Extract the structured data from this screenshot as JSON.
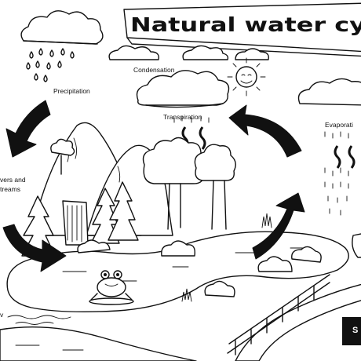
{
  "title": "Natural water cy",
  "labels": {
    "precipitation": "Precipitation",
    "condensation": "Condensation",
    "transpiration": "Transpiration",
    "evaporation": "Evaporati",
    "rivers_line1": "vers and",
    "rivers_line2": "treams",
    "edge_letter": "v"
  },
  "badge": {
    "text": "S"
  },
  "colors": {
    "ink": "#111111",
    "paper": "#ffffff"
  }
}
